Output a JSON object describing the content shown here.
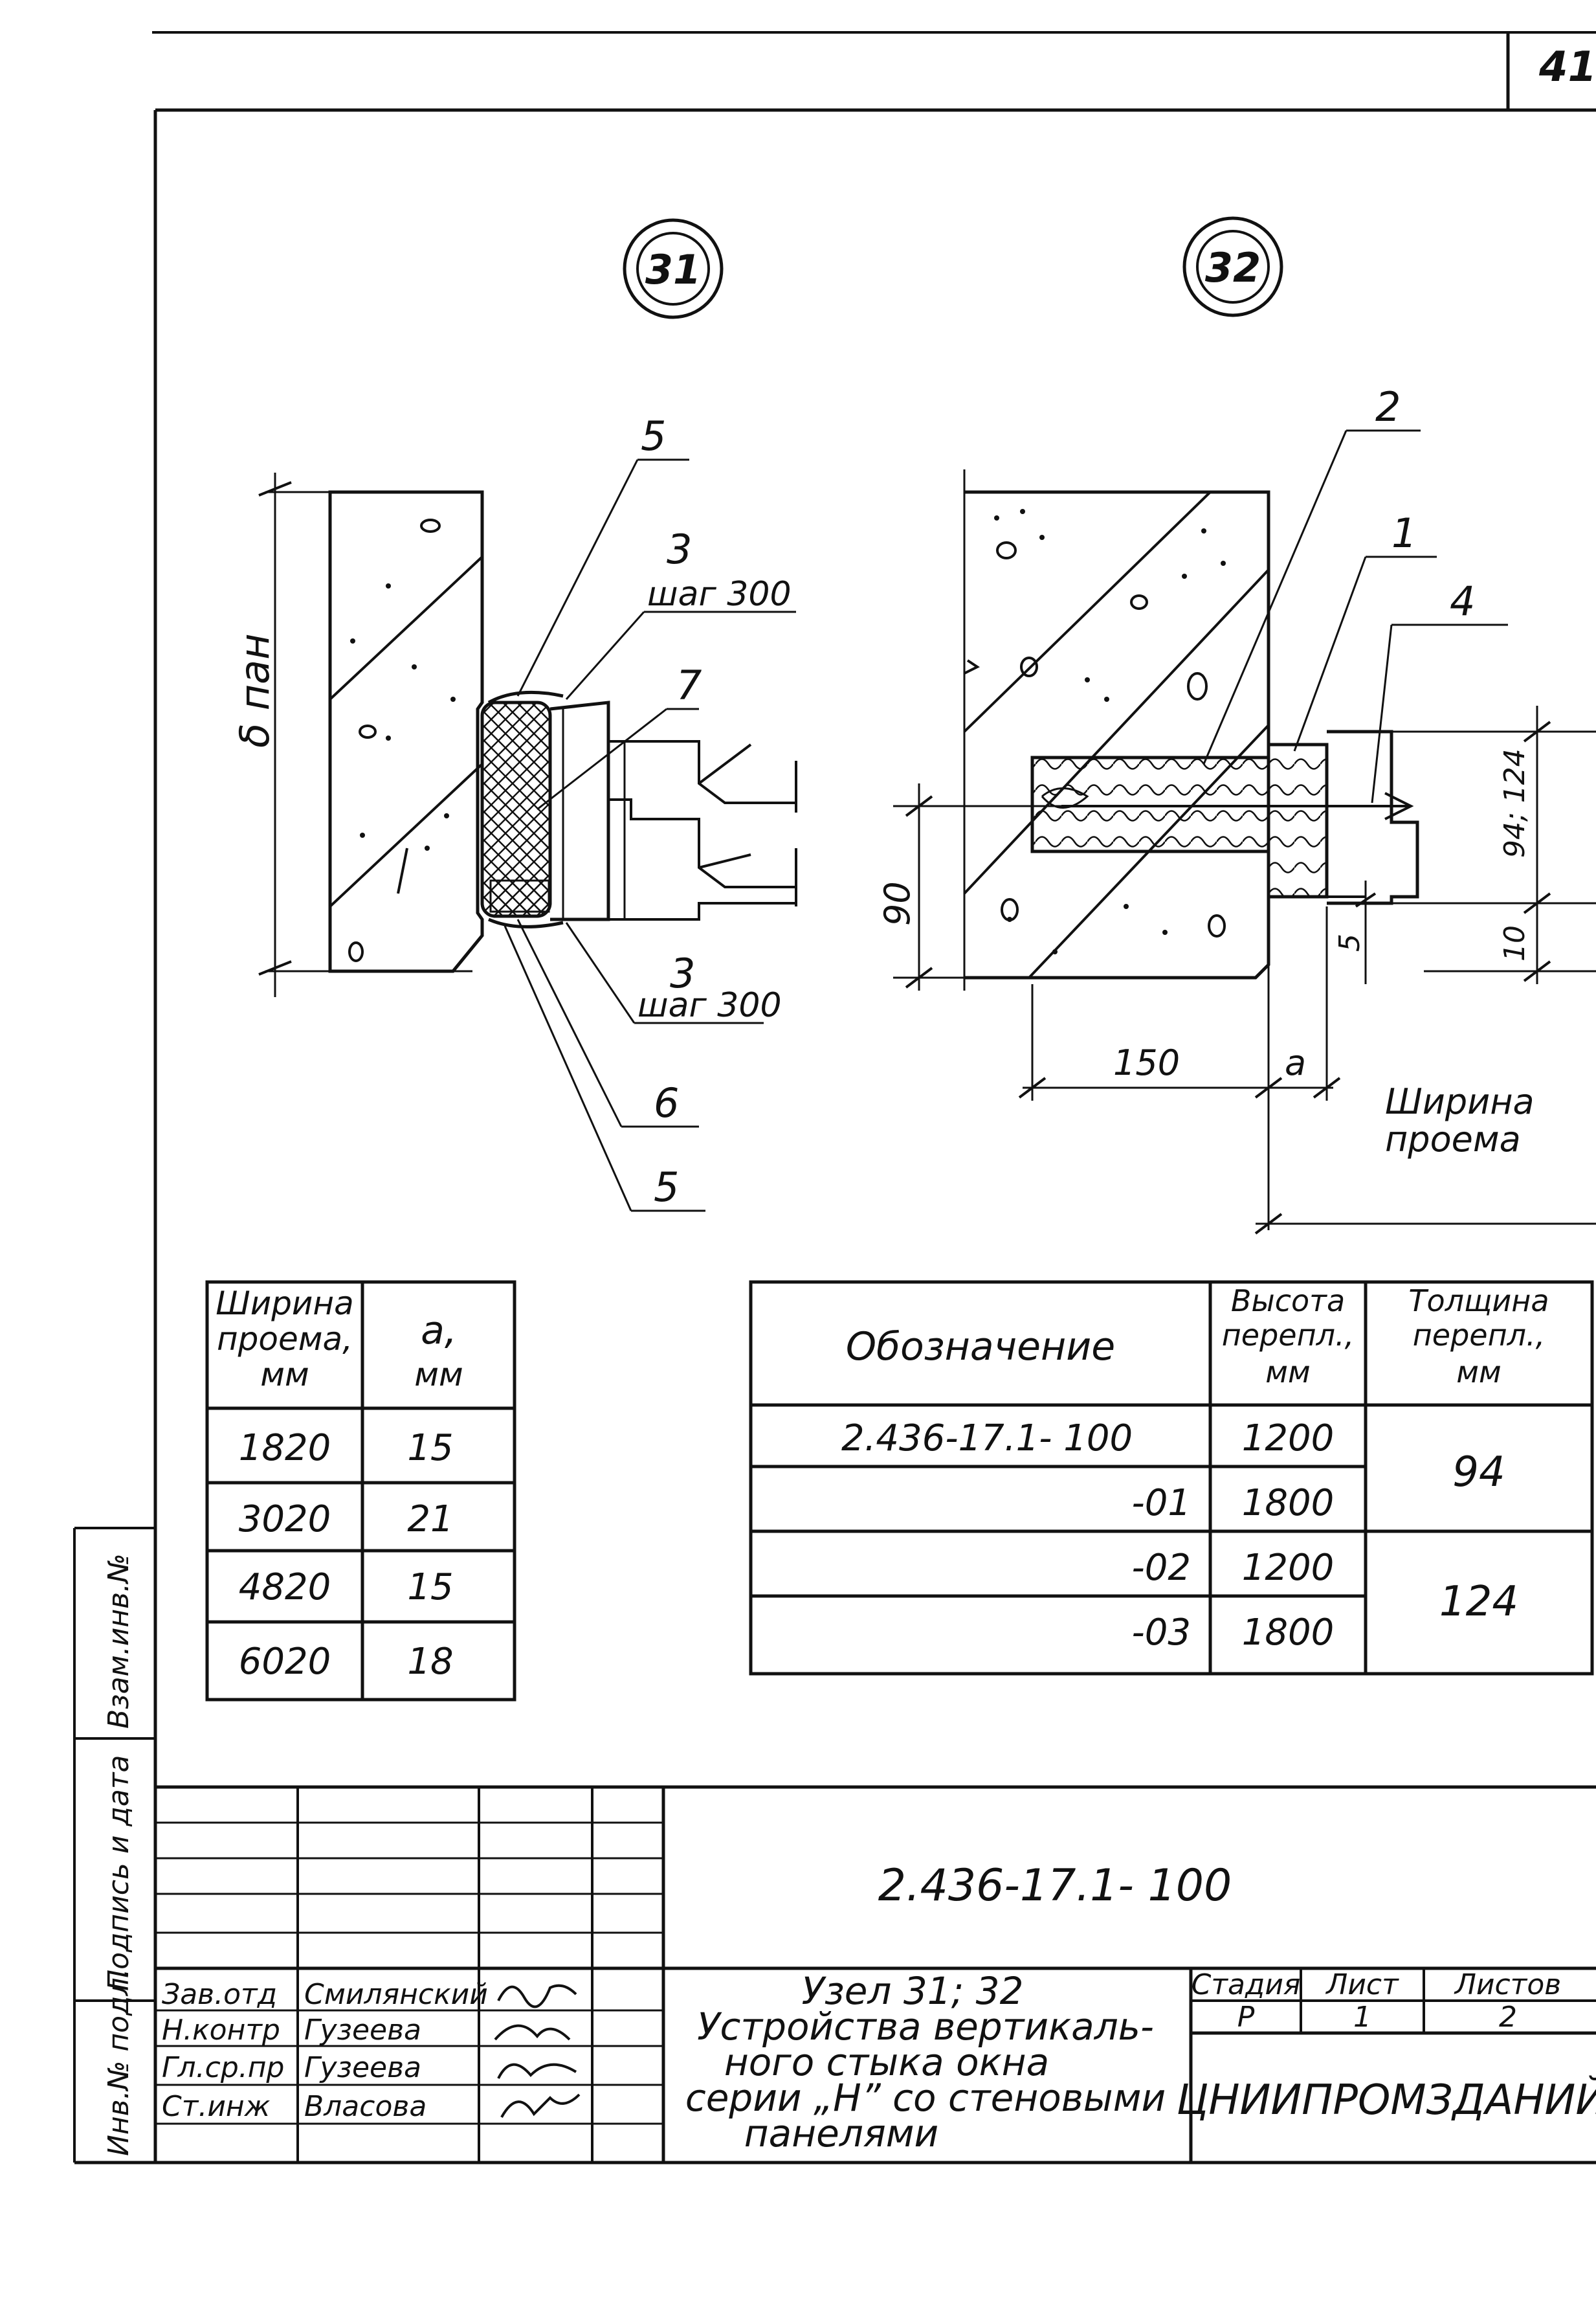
{
  "sheet": {
    "page_number": "41",
    "designation": "2.436-17.1- 100",
    "organization": "ЦНИИПРОМЗДАНИЙ",
    "title_lines": [
      "Узел 31; 32",
      "Устройства вертикаль-",
      "ного стыка окна",
      "серии „Н” со стеновыми",
      "панелями"
    ],
    "stage_header": "Стадия",
    "sheet_header": "Лист",
    "sheets_header": "Листов",
    "stage": "Р",
    "sheet_no": "1",
    "sheets_total": "2",
    "side_labels": [
      "Взам.инв.№",
      "Подпись и дата",
      "Инв.№ подл."
    ],
    "staff": [
      {
        "role": "Зав.отд",
        "name": "Смилянский"
      },
      {
        "role": "Н.контр",
        "name": "Гузеева"
      },
      {
        "role": "Гл.ср.пр",
        "name": "Гузеева"
      },
      {
        "role": "Ст.инж",
        "name": "Власова"
      }
    ]
  },
  "nodes": {
    "node31": {
      "id": "31",
      "wall_label": "δ пан",
      "callouts": [
        "5",
        "3",
        "шаг 300",
        "7",
        "3",
        "шаг 300",
        "6",
        "5"
      ]
    },
    "node32": {
      "id": "32",
      "callouts": [
        "2",
        "1",
        "4"
      ],
      "dims": [
        "90",
        "150",
        "a",
        "94; 124",
        "5",
        "10"
      ],
      "opening_label_line1": "Ширина",
      "opening_label_line2": "проема"
    }
  },
  "table_a": {
    "header_col1": [
      "Ширина",
      "проема,",
      "мм"
    ],
    "header_col2": [
      "a,",
      "мм"
    ],
    "rows": [
      {
        "width": "1820",
        "a": "15"
      },
      {
        "width": "3020",
        "a": "21"
      },
      {
        "width": "4820",
        "a": "15"
      },
      {
        "width": "6020",
        "a": "18"
      }
    ]
  },
  "table_b": {
    "header_designation": "Обозначение",
    "header_height": [
      "Высота",
      "перепл.,",
      "мм"
    ],
    "header_thickness": [
      "Толщина",
      "перепл.,",
      "мм"
    ],
    "rows": [
      {
        "designation": "2.436-17.1- 100",
        "height": "1200"
      },
      {
        "designation": "-01",
        "height": "1800"
      },
      {
        "designation": "-02",
        "height": "1200"
      },
      {
        "designation": "-03",
        "height": "1800"
      }
    ],
    "thickness_groups": [
      "94",
      "124"
    ]
  }
}
